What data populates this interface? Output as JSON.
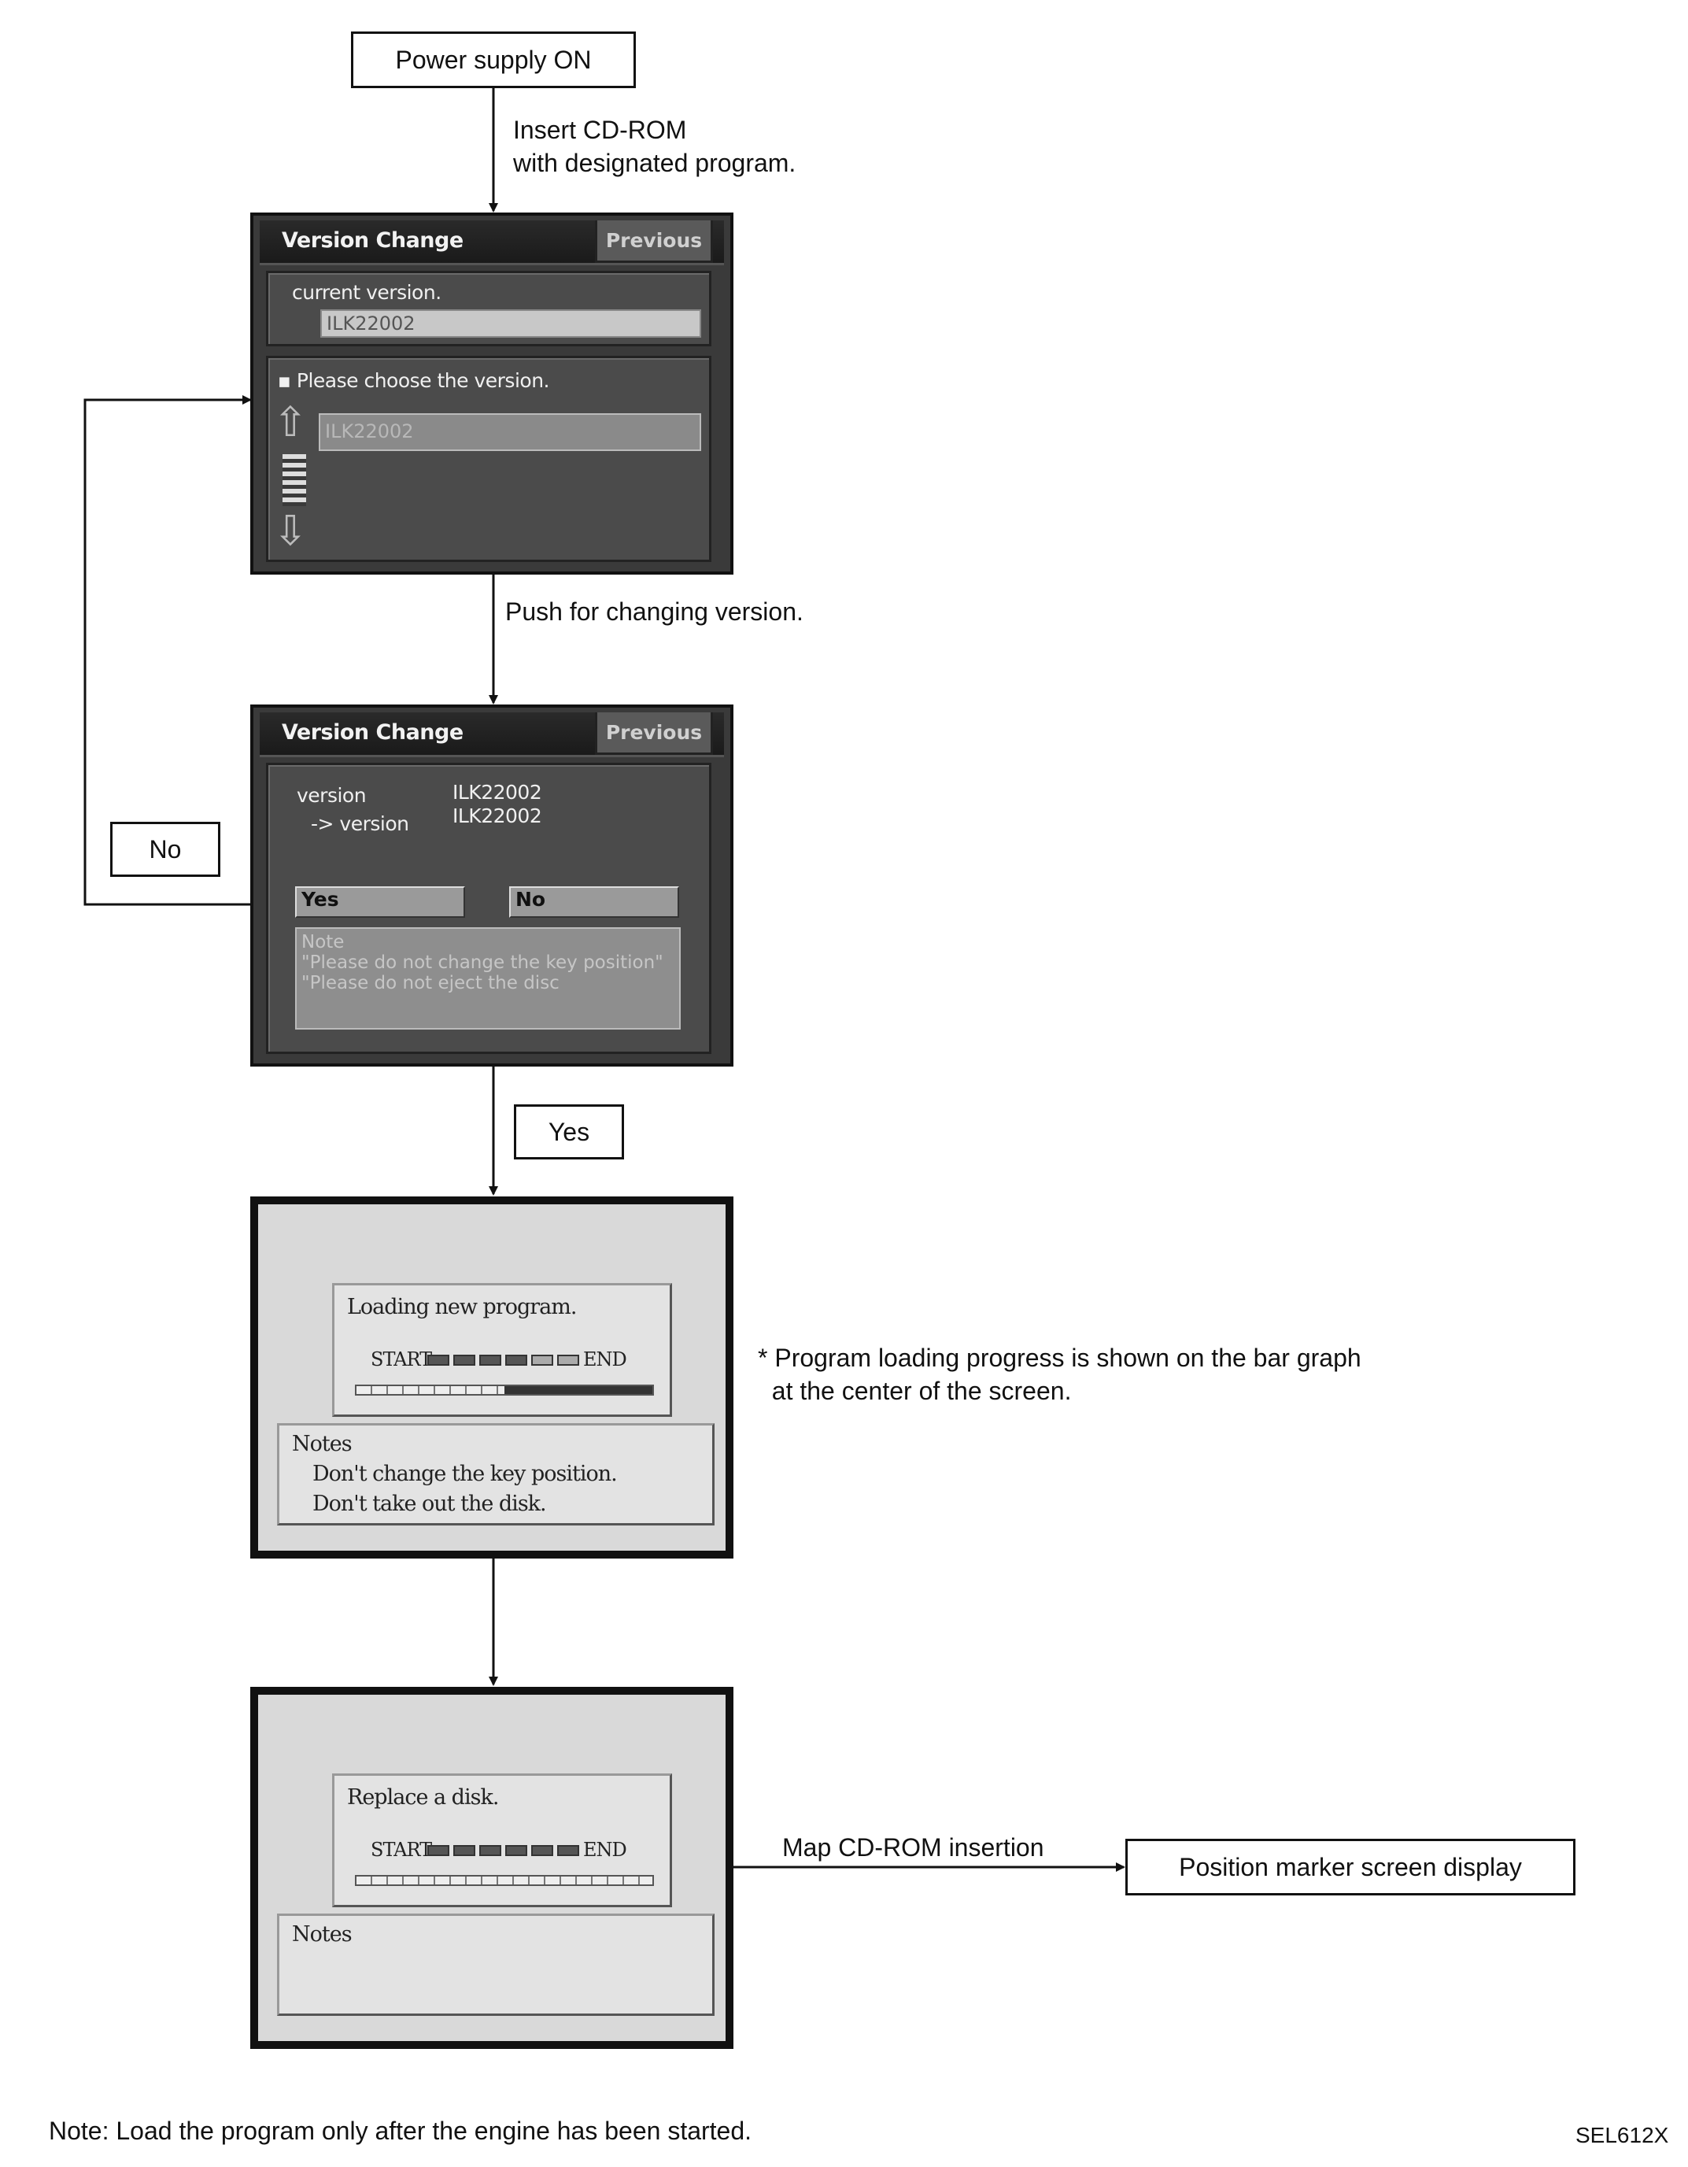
{
  "flow": {
    "power_on": "Power supply ON",
    "insert_cd": "Insert CD-ROM\nwith designated program.",
    "push_change": "Push for changing version.",
    "no_box": "No",
    "yes_box": "Yes",
    "progress_note": "* Program loading progress is shown on the bar graph\n  at the center of the screen.",
    "map_insertion": "Map CD-ROM insertion",
    "position_marker": "Position marker screen display",
    "footer_note": "Note: Load the program only after the engine has been started.",
    "figure_code": "SEL612X"
  },
  "screen1": {
    "title": "Version Change",
    "previous": "Previous",
    "current_label": "current version.",
    "current_value": "ILK22002",
    "choose_label": "Please choose the version.",
    "choose_value": "ILK22002"
  },
  "screen2": {
    "title": "Version Change",
    "previous": "Previous",
    "version_label": "version",
    "version_arrow_label": "->  version",
    "version_value_1": "ILK22002",
    "version_value_2": "ILK22002",
    "yes": "Yes",
    "no": "No",
    "note": "Note\n\"Please do not change the key position\"\n\"Please do not eject the disc"
  },
  "screen3": {
    "message": "Loading new program.",
    "start": "START",
    "end": "END",
    "notes_title": "Notes",
    "note_1": "Don't change the key position.",
    "note_2": "Don't take out the disk.",
    "segments_filled": 4,
    "segments_total": 6,
    "progress": 0.5
  },
  "screen4": {
    "message": "Replace a disk.",
    "start": "START",
    "end": "END",
    "notes_title": "Notes",
    "segments_filled": 6,
    "segments_total": 6,
    "progress": 0
  },
  "colors": {
    "line": "#111111",
    "screen_dark": "#3a3a3a",
    "screen_light": "#d9d9d9"
  }
}
